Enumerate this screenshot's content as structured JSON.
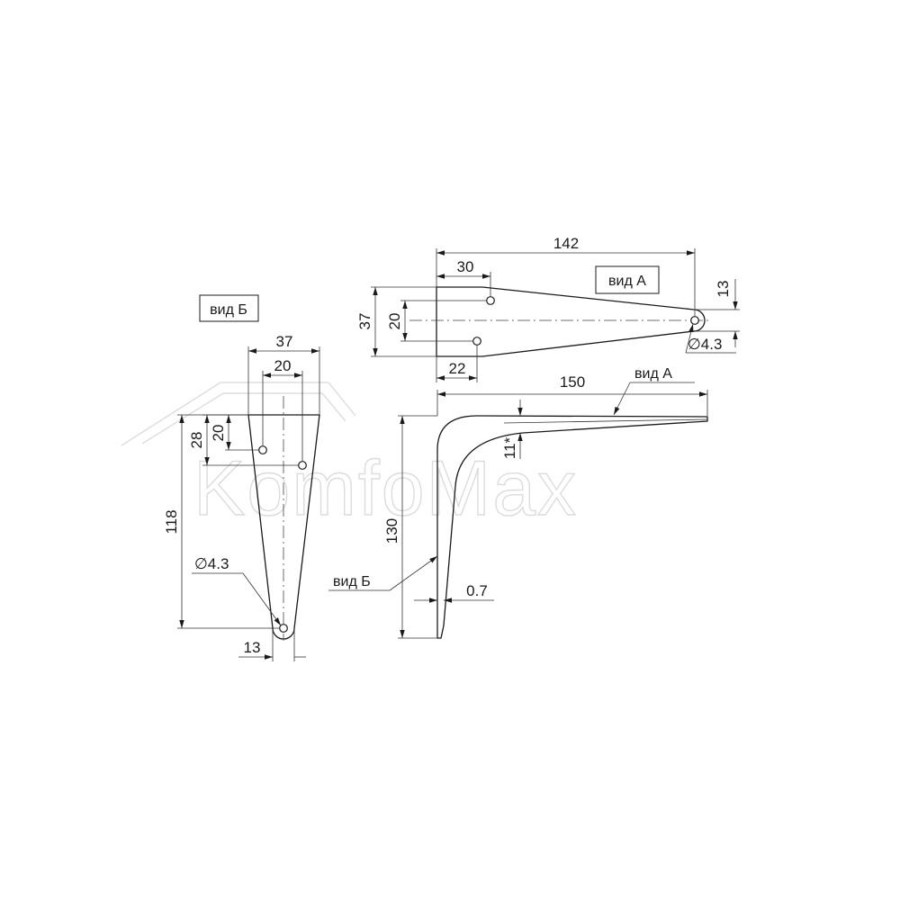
{
  "watermark": {
    "text": "KomfoMax"
  },
  "view_b": {
    "label": "вид Б",
    "dims": {
      "width": "37",
      "hole_spacing": "20",
      "height_top": "28",
      "vertical_hole": "20",
      "length": "118",
      "hole_dia": "∅4.3",
      "tip_width": "13"
    }
  },
  "view_a": {
    "label": "вид А",
    "dims": {
      "length": "142",
      "hole_offset": "30",
      "width": "37",
      "hole_spacing": "20",
      "bottom_offset": "22",
      "tip_width": "13",
      "hole_dia": "∅4.3"
    }
  },
  "side_view": {
    "dims": {
      "length": "150",
      "height": "130",
      "rise": "11*",
      "thickness": "0.7"
    },
    "callouts": {
      "view_a": "вид А",
      "view_b": "вид Б"
    }
  }
}
